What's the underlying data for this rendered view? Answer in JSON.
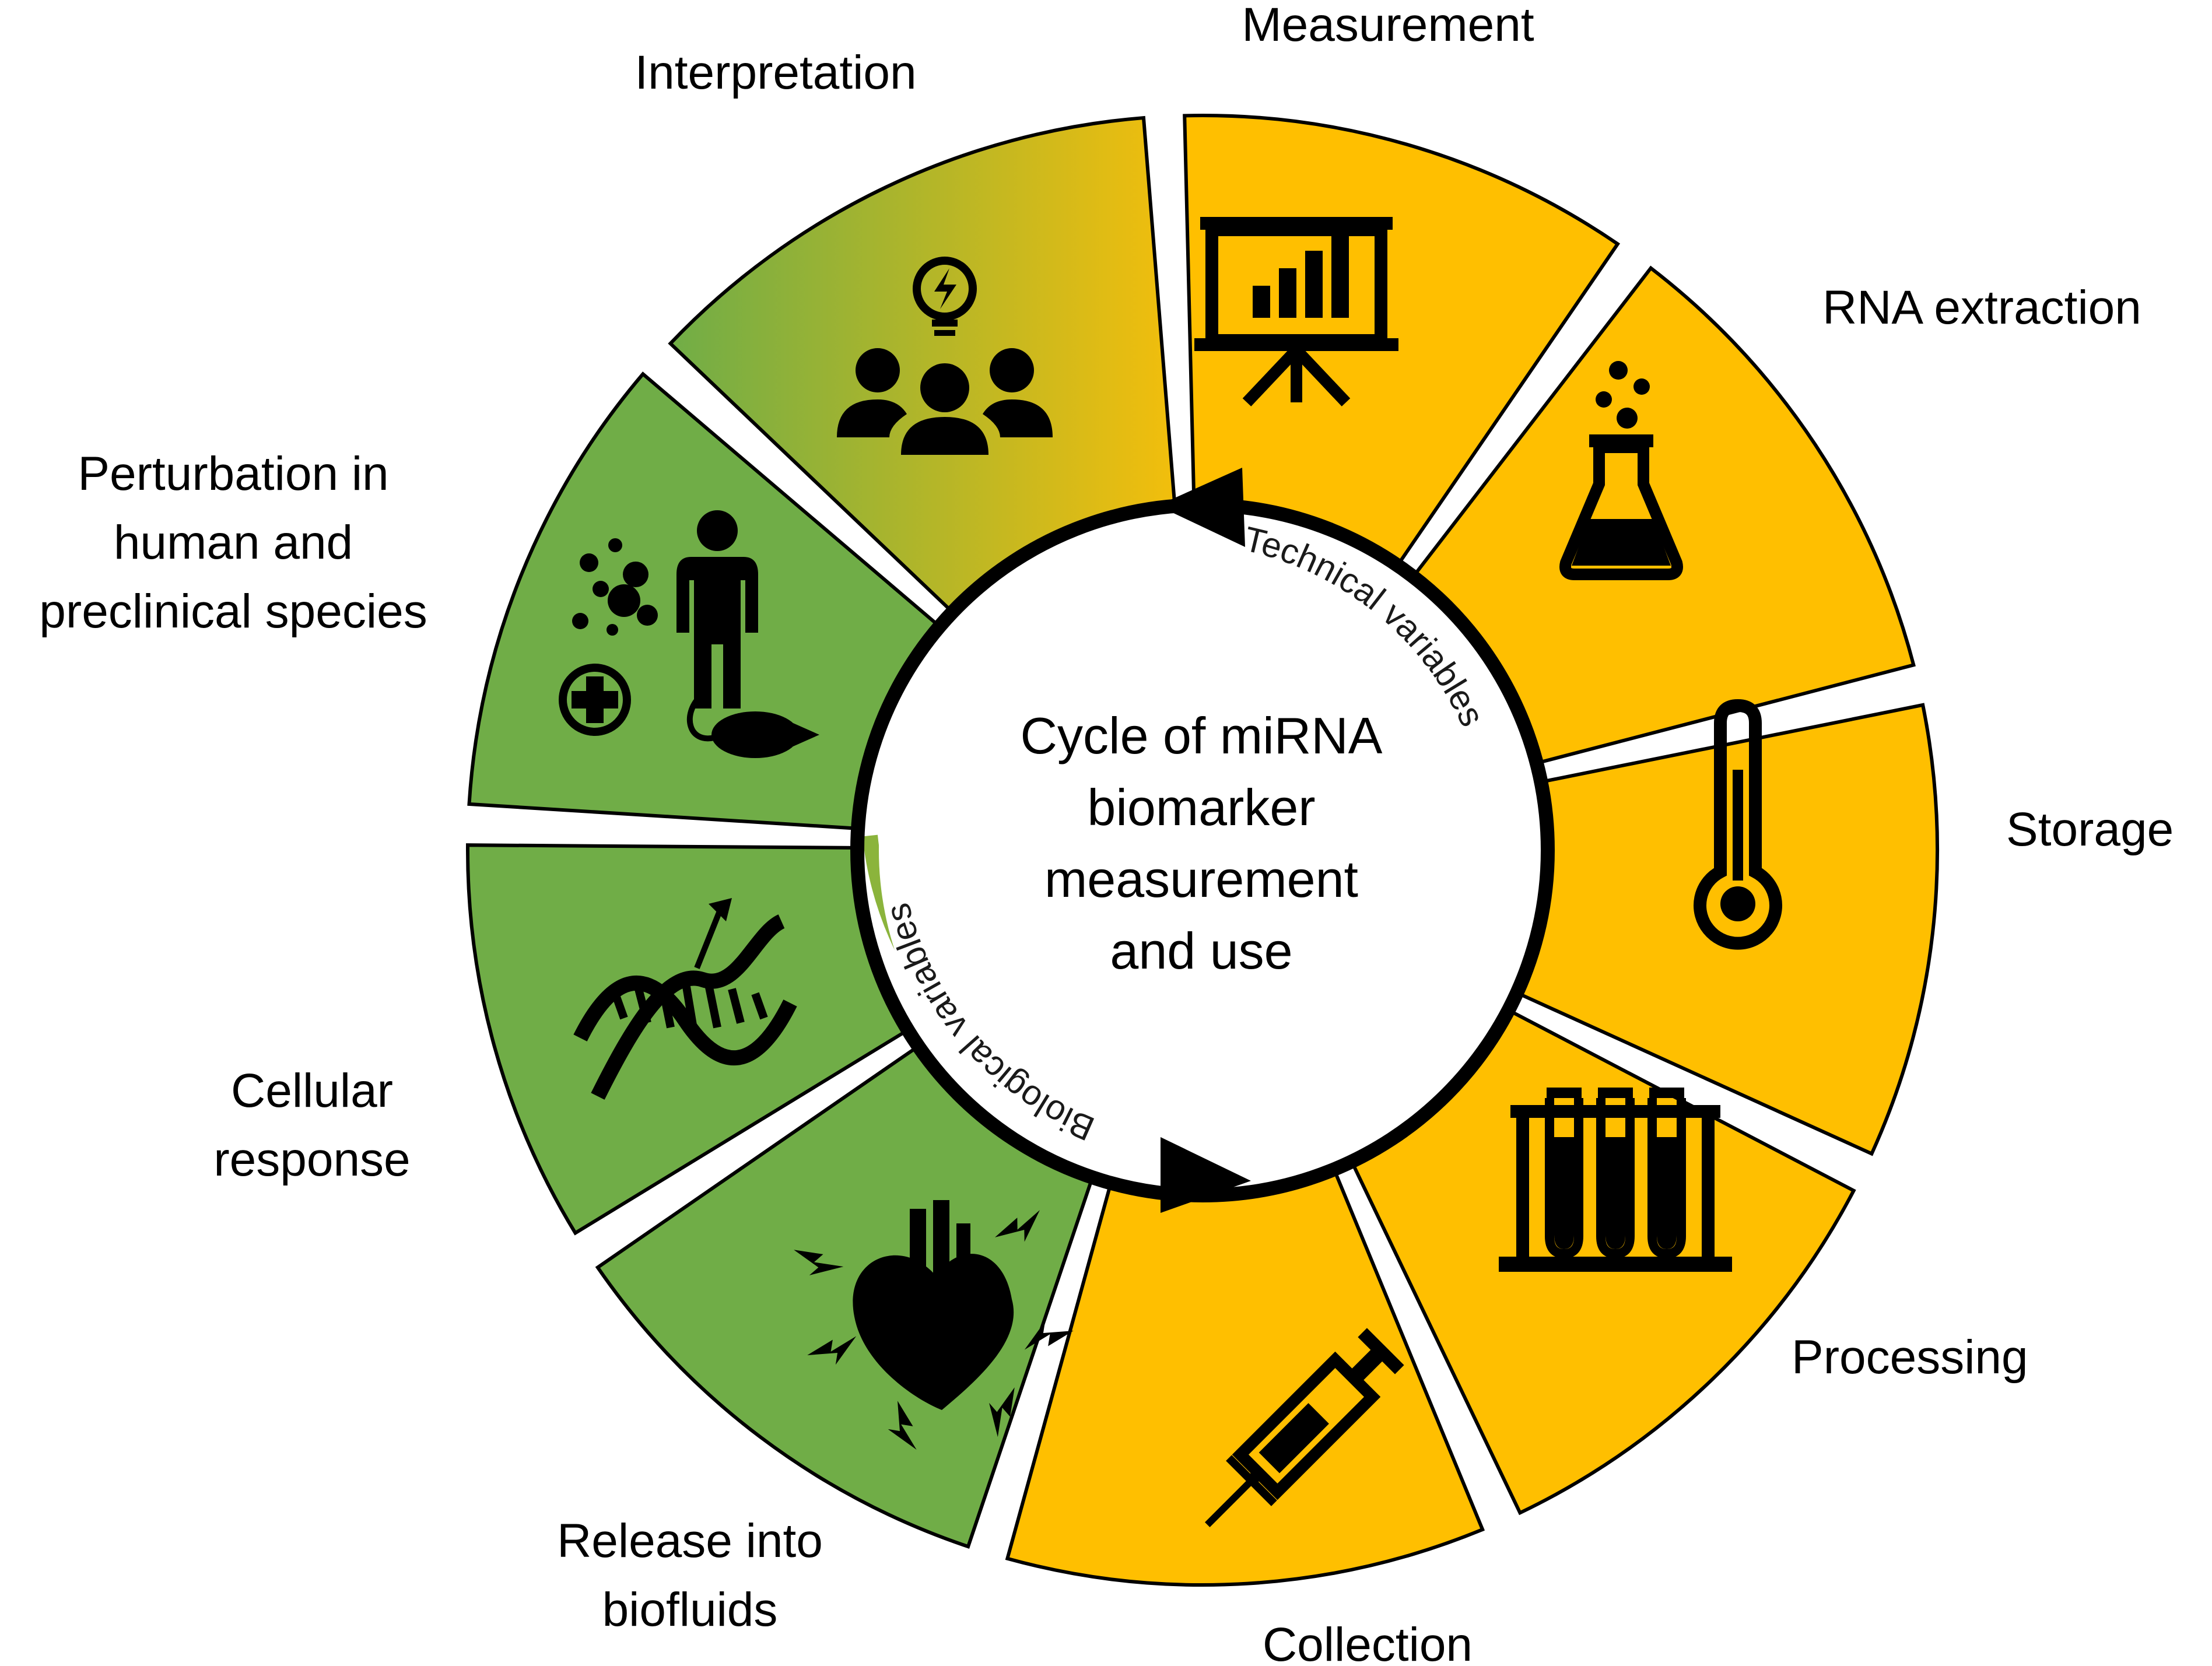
{
  "center": {
    "lines": [
      "Cycle of miRNA",
      "biomarker",
      "measurement",
      "and use"
    ]
  },
  "ring": {
    "technical": "Technical variables",
    "biological": "Biological variables"
  },
  "segments": [
    {
      "id": "measurement",
      "label_lines": [
        "Measurement"
      ],
      "color": "#FFBF00",
      "icon": "presentation-chart-icon"
    },
    {
      "id": "rna-extraction",
      "label_lines": [
        "RNA extraction"
      ],
      "color": "#FFBF00",
      "icon": "flask-icon"
    },
    {
      "id": "storage",
      "label_lines": [
        "Storage"
      ],
      "color": "#FFBF00",
      "icon": "thermometer-icon"
    },
    {
      "id": "processing",
      "label_lines": [
        "Processing"
      ],
      "color": "#FFBF00",
      "icon": "test-tube-rack-icon"
    },
    {
      "id": "collection",
      "label_lines": [
        "Collection"
      ],
      "color": "#FFBF00",
      "icon": "syringe-icon"
    },
    {
      "id": "release-into-biofluids",
      "label_lines": [
        "Release into",
        "biofluids"
      ],
      "color": "#70AD47",
      "icon": "heart-icon"
    },
    {
      "id": "cellular-response",
      "label_lines": [
        "Cellular",
        "response"
      ],
      "color": "#70AD47",
      "icon": "dna-icon"
    },
    {
      "id": "perturbation",
      "label_lines": [
        "Perturbation in",
        "human and",
        "preclinical species"
      ],
      "color": "#70AD47",
      "icon": "human-mouse-drug-icon"
    },
    {
      "id": "interpretation",
      "label_lines": [
        "Interpretation"
      ],
      "color": "#FFBF00",
      "icon": "team-idea-icon"
    }
  ],
  "colors": {
    "technical": "#FFBF00",
    "biological": "#70AD47",
    "outline": "#000000"
  }
}
